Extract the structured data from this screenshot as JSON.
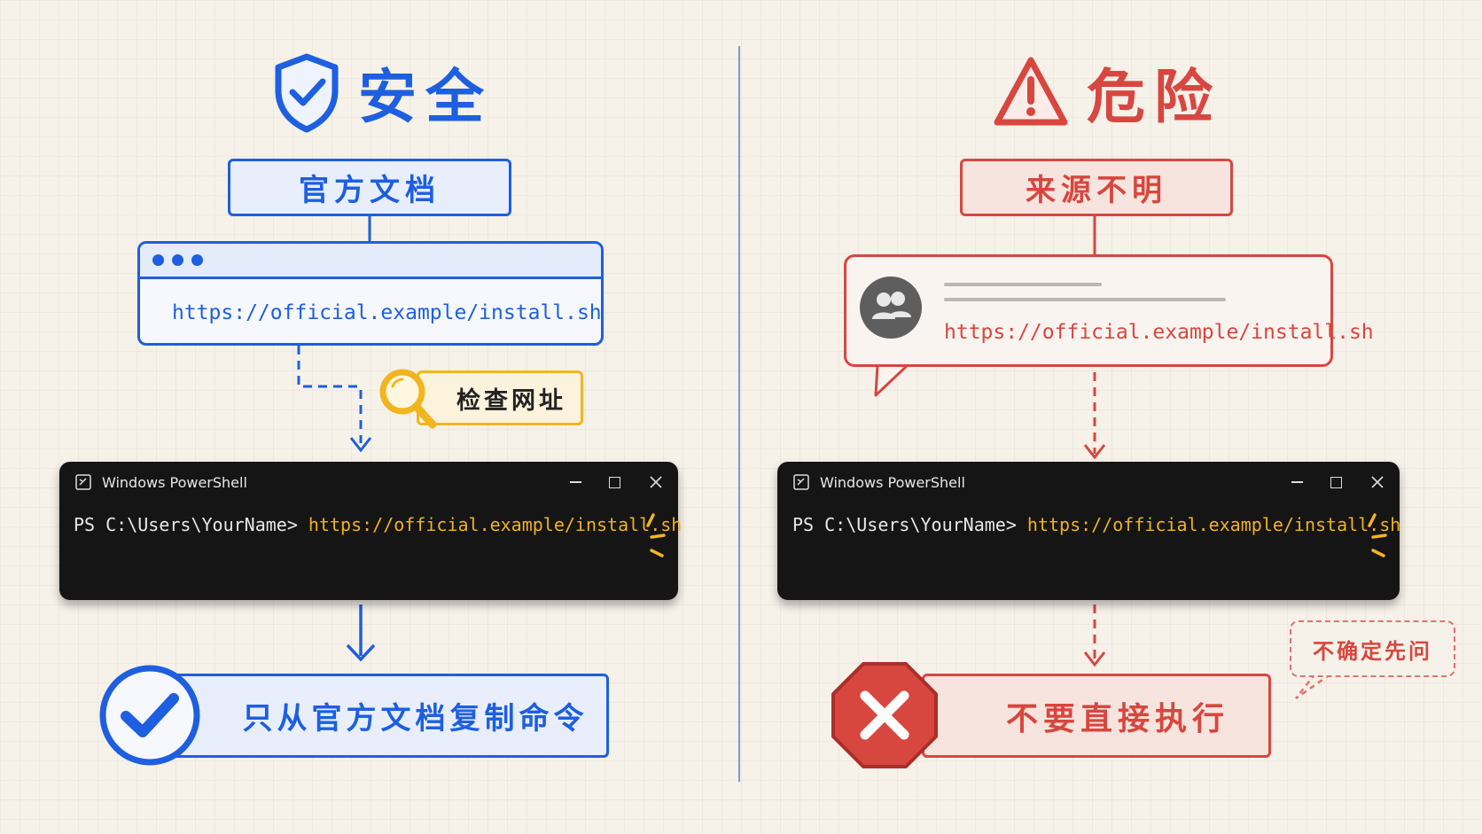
{
  "safe": {
    "heading": "安全",
    "source_label": "官方文档",
    "url": "https://official.example/install.sh",
    "check_label": "检查网址",
    "terminal": {
      "title": "Windows PowerShell",
      "prompt": "PS C:\\Users\\YourName> ",
      "command": "https://official.example/install.sh"
    },
    "result_label": "只从官方文档复制命令"
  },
  "danger": {
    "heading": "危险",
    "source_label": "来源不明",
    "url": "https://official.example/install.sh",
    "terminal": {
      "title": "Windows PowerShell",
      "prompt": "PS C:\\Users\\YourName> ",
      "command": "https://official.example/install.sh"
    },
    "ask_label": "不确定先问",
    "result_label": "不要直接执行"
  },
  "colors": {
    "safe_blue": "#1d5fe0",
    "danger_red": "#d7473f",
    "check_yellow": "#f2b51f",
    "terminal_bg": "#151515"
  },
  "icons": [
    "shield-check-icon",
    "warning-triangle-icon",
    "lock-icon",
    "magnifier-icon",
    "users-avatar-icon",
    "checkmark-circle-icon",
    "stop-x-icon",
    "powershell-icon"
  ]
}
